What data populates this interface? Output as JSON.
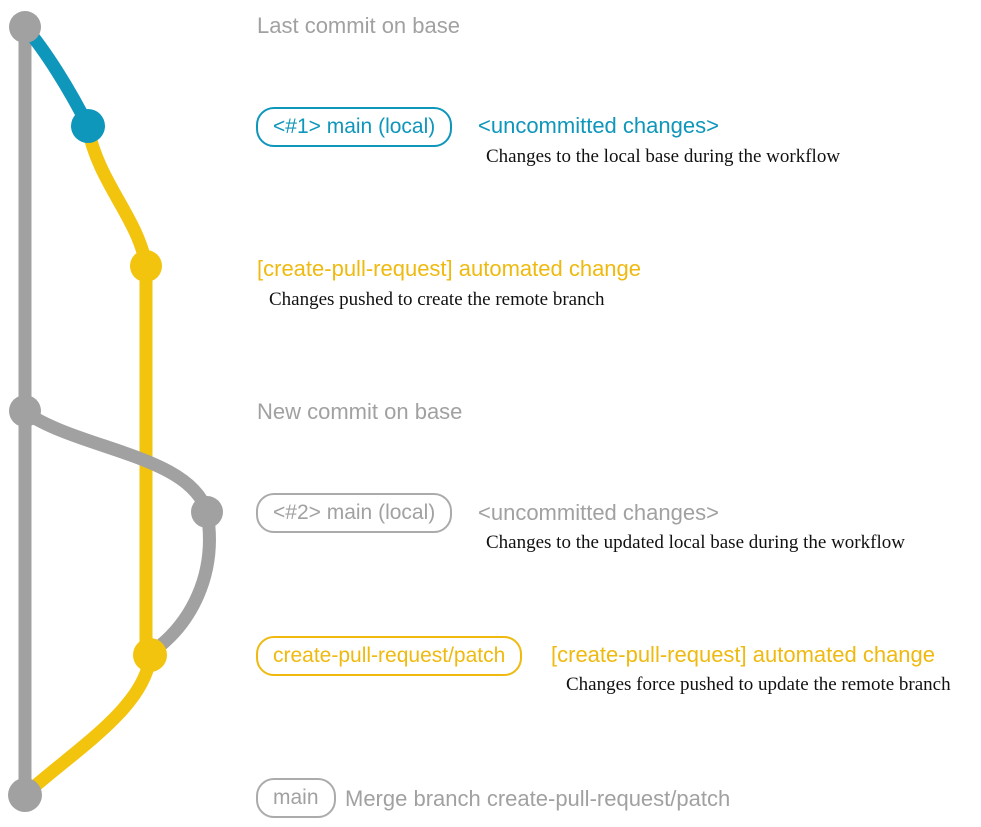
{
  "colors": {
    "gray": "#a1a1a1",
    "teal": "#0f96bb",
    "yellow_line": "#f2c40e",
    "yellow_text": "#efba10",
    "description_text": "#111111"
  },
  "graph": {
    "type": "git-branch-diagram",
    "branches": [
      {
        "name": "base",
        "color": "gray"
      },
      {
        "name": "main-local",
        "color": "teal-then-gray"
      },
      {
        "name": "create-pull-request/patch",
        "color": "yellow"
      }
    ],
    "nodes": [
      {
        "name": "last-commit-on-base",
        "color": "gray"
      },
      {
        "name": "uncommitted-changes-1",
        "color": "teal"
      },
      {
        "name": "automated-change-commit-1",
        "color": "yellow"
      },
      {
        "name": "new-commit-on-base",
        "color": "gray"
      },
      {
        "name": "uncommitted-changes-2",
        "color": "gray"
      },
      {
        "name": "automated-change-commit-2",
        "color": "yellow"
      },
      {
        "name": "merge-commit",
        "color": "gray"
      }
    ]
  },
  "annotations": {
    "last_commit": "Last commit on base",
    "row1_badge": "<#1> main (local)",
    "row1_title": "<uncommitted changes>",
    "row1_desc": "Changes to the local base during the workflow",
    "row2_title": "[create-pull-request] automated change",
    "row2_desc": "Changes pushed to create the remote branch",
    "new_commit": "New commit on base",
    "row3_badge": "<#2> main (local)",
    "row3_title": "<uncommitted changes>",
    "row3_desc": "Changes to the updated local base during the workflow",
    "row4_badge": "create-pull-request/patch",
    "row4_title": "[create-pull-request] automated change",
    "row4_desc": "Changes force pushed to update the remote branch",
    "row5_badge": "main",
    "row5_title": "Merge branch create-pull-request/patch"
  }
}
